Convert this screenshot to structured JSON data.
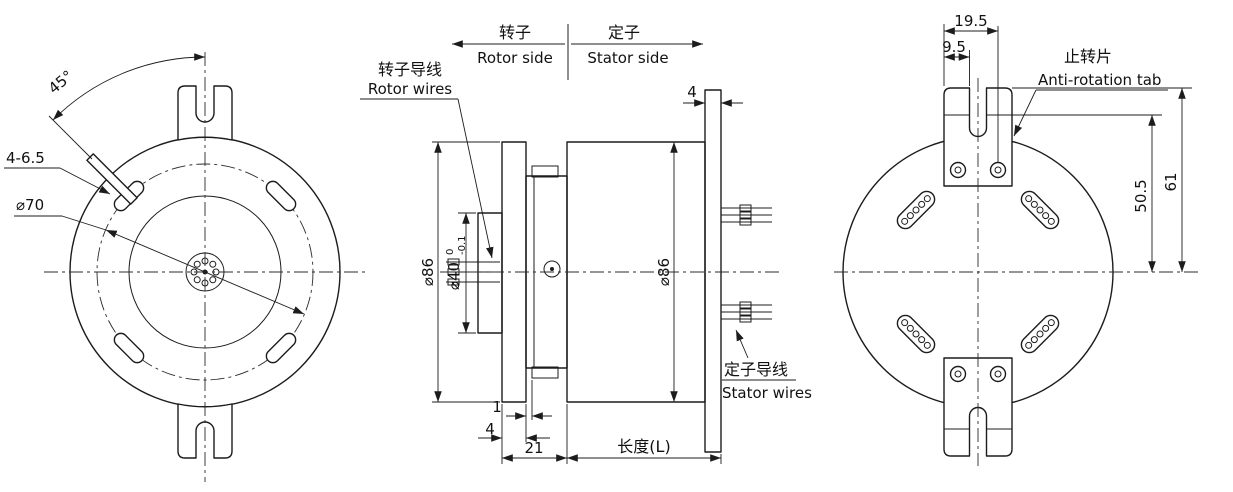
{
  "page": {
    "background": "#ffffff",
    "ink": "#1c1c1c"
  },
  "left_view": {
    "dim_angle": "45°",
    "dim_holes": "4-6.5",
    "dim_bolt_circle": "⌀70"
  },
  "middle_view": {
    "rotor_side": {
      "zh": "转子",
      "en": "Rotor side"
    },
    "stator_side": {
      "zh": "定子",
      "en": "Stator side"
    },
    "rotor_wires": {
      "zh": "转子导线",
      "en": "Rotor wires"
    },
    "stator_wires": {
      "zh": "定子导线",
      "en": "Stator wires"
    },
    "dim_flange_diameter": "⌀86",
    "dim_hub_diameter": "⌀40",
    "dim_hub_tol_upper": "0",
    "dim_hub_tol_lower": "-0.1",
    "dim_flange_thickness_top": "4",
    "dim_body_diameter": "⌀86",
    "dim_step": "1",
    "dim_flange_thickness_bottom": "4",
    "dim_rotor_length": "21",
    "dim_body_length": "长度(L)"
  },
  "right_view": {
    "dim_tab_width_outer": "19.5",
    "dim_tab_width_inner": "9.5",
    "anti_rotation_tab": {
      "zh": "止转片",
      "en": "Anti-rotation tab"
    },
    "dim_tab_offset": "50.5",
    "dim_tab_height": "61"
  }
}
